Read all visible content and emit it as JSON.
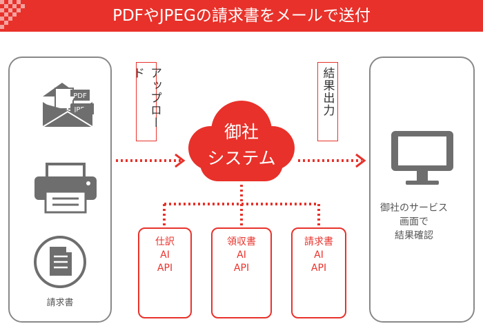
{
  "banner": {
    "title": "PDFやJPEGの請求書をメールで送付",
    "color": "#e8312a"
  },
  "left_panel": {
    "mail_tags": [
      "PDF",
      "JPEG"
    ],
    "invoice_caption": "請求書"
  },
  "upload_label": "アップロード",
  "output_label": "結果出力",
  "cloud": {
    "line1": "御社",
    "line2": "システム"
  },
  "modules": [
    {
      "title": "仕訳\nAI\nAPI",
      "icon": "ledger-icon"
    },
    {
      "title": "領収書\nAI\nAPI",
      "icon": "receipt-printer-icon"
    },
    {
      "title": "請求書\nAI\nAPI",
      "icon": "document-icon"
    }
  ],
  "right_panel": {
    "caption": "御社のサービス\n画面で\n結果確認"
  }
}
